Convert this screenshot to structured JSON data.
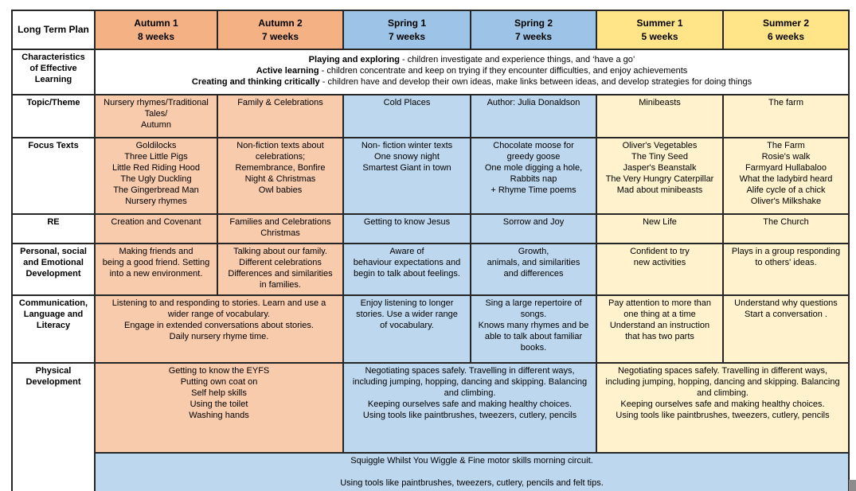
{
  "colors": {
    "autumn_header": "#F4B183",
    "autumn_body": "#F8CBAD",
    "spring_header": "#9DC3E6",
    "spring_body": "#BDD7EE",
    "summer_header": "#FFE488",
    "summer_body": "#FFF2CC",
    "border": "#262626",
    "app_background": "#8C8C8C"
  },
  "header": {
    "label": "Long Term Plan",
    "terms": [
      {
        "name": "Autumn 1",
        "weeks": "8 weeks"
      },
      {
        "name": "Autumn 2",
        "weeks": "7 weeks"
      },
      {
        "name": "Spring 1",
        "weeks": "7 weeks"
      },
      {
        "name": "Spring 2",
        "weeks": "7 weeks"
      },
      {
        "name": "Summer 1",
        "weeks": "5 weeks"
      },
      {
        "name": "Summer 2",
        "weeks": "6 weeks"
      }
    ]
  },
  "characteristics": {
    "label": "Characteristics\nof Effective\nLearning",
    "lines": [
      {
        "bold": "Playing and exploring",
        "rest": " - children investigate and experience things, and ‘have a go’"
      },
      {
        "bold": "Active learning",
        "rest": " - children concentrate and keep on trying if they encounter difficulties, and enjoy achievements"
      },
      {
        "bold": "Creating and thinking critically",
        "rest": " - children have and develop their own ideas, make links between ideas, and develop strategies for doing things"
      }
    ]
  },
  "topic": {
    "label": "Topic/Theme",
    "cells": [
      "Nursery rhymes/Traditional\nTales/\nAutumn",
      "Family & Celebrations",
      "Cold Places",
      "Author: Julia Donaldson",
      "Minibeasts",
      "The farm"
    ]
  },
  "focus_texts": {
    "label": "Focus Texts",
    "cells": [
      "Goldilocks\nThree Little Pigs\nLittle Red Riding Hood\nThe Ugly Duckling\nThe Gingerbread Man\nNursery rhymes",
      "Non-fiction texts about\ncelebrations;\nRemembrance, Bonfire\nNight & Christmas\nOwl babies",
      "Non- fiction winter texts\nOne snowy night\nSmartest Giant in town",
      "Chocolate moose for\ngreedy goose\nOne mole digging a hole,\nRabbits nap\n+ Rhyme Time poems",
      "Oliver's Vegetables\nThe Tiny Seed\nJasper's Beanstalk\nThe Very Hungry Caterpillar\nMad about minibeasts",
      "The Farm\nRosie's walk\nFarmyard Hullabaloo\nWhat the ladybird heard\nAlife cycle of a chick\nOliver's Milkshake"
    ]
  },
  "re": {
    "label": "RE",
    "cells": [
      "Creation and Covenant",
      "Families and Celebrations\nChristmas",
      "Getting to know Jesus",
      "Sorrow and Joy",
      "New Life",
      "The Church"
    ]
  },
  "psed": {
    "label": "Personal, social\nand Emotional\nDevelopment",
    "cells": [
      "Making friends and\nbeing a good friend. Setting\ninto a new environment.",
      "Talking about our family.\nDifferent celebrations\nDifferences and similarities\nin families.",
      "Aware of\nbehaviour expectations and\nbegin to talk about feelings.",
      "Growth,\nanimals, and similarities\nand differences",
      "Confident to try\nnew activities",
      "Plays in a group responding\nto others' ideas."
    ]
  },
  "cll": {
    "label": "Communication,\nLanguage and\nLiteracy",
    "autumn": "Listening to and responding to stories. Learn and use a\nwider range of vocabulary.\nEngage in extended conversations about stories.\nDaily nursery rhyme time.",
    "spring1": "Enjoy listening to longer\nstories. Use a wider range\nof vocabulary.",
    "spring2": "Sing a large repertoire of\nsongs.\nKnows many rhymes and be\nable to talk about familiar\nbooks.",
    "summer1": "Pay attention to more than\none thing at a time\nUnderstand an instruction\nthat has two parts",
    "summer2": "Understand why questions\nStart a conversation ."
  },
  "physical": {
    "label": "Physical\nDevelopment",
    "autumn": "Getting to know the EYFS\nPutting own coat on\nSelf help skills\nUsing the toilet\nWashing hands",
    "spring": "Negotiating spaces safely. Travelling in different ways,\nincluding jumping, hopping, dancing and skipping. Balancing\nand climbing.\nKeeping ourselves safe and making healthy choices.\nUsing tools like paintbrushes, tweezers, cutlery, pencils",
    "summer": "Negotiating spaces safely. Travelling in different ways,\nincluding jumping, hopping, dancing and skipping. Balancing\nand climbing.\nKeeping ourselves safe and making healthy choices.\nUsing tools like paintbrushes, tweezers, cutlery, pencils"
  },
  "fine_motor": {
    "text": "Squiggle Whilst You Wiggle & Fine motor skills morning circuit.\n\nUsing tools like paintbrushes, tweezers, cutlery, pencils and felt tips."
  }
}
